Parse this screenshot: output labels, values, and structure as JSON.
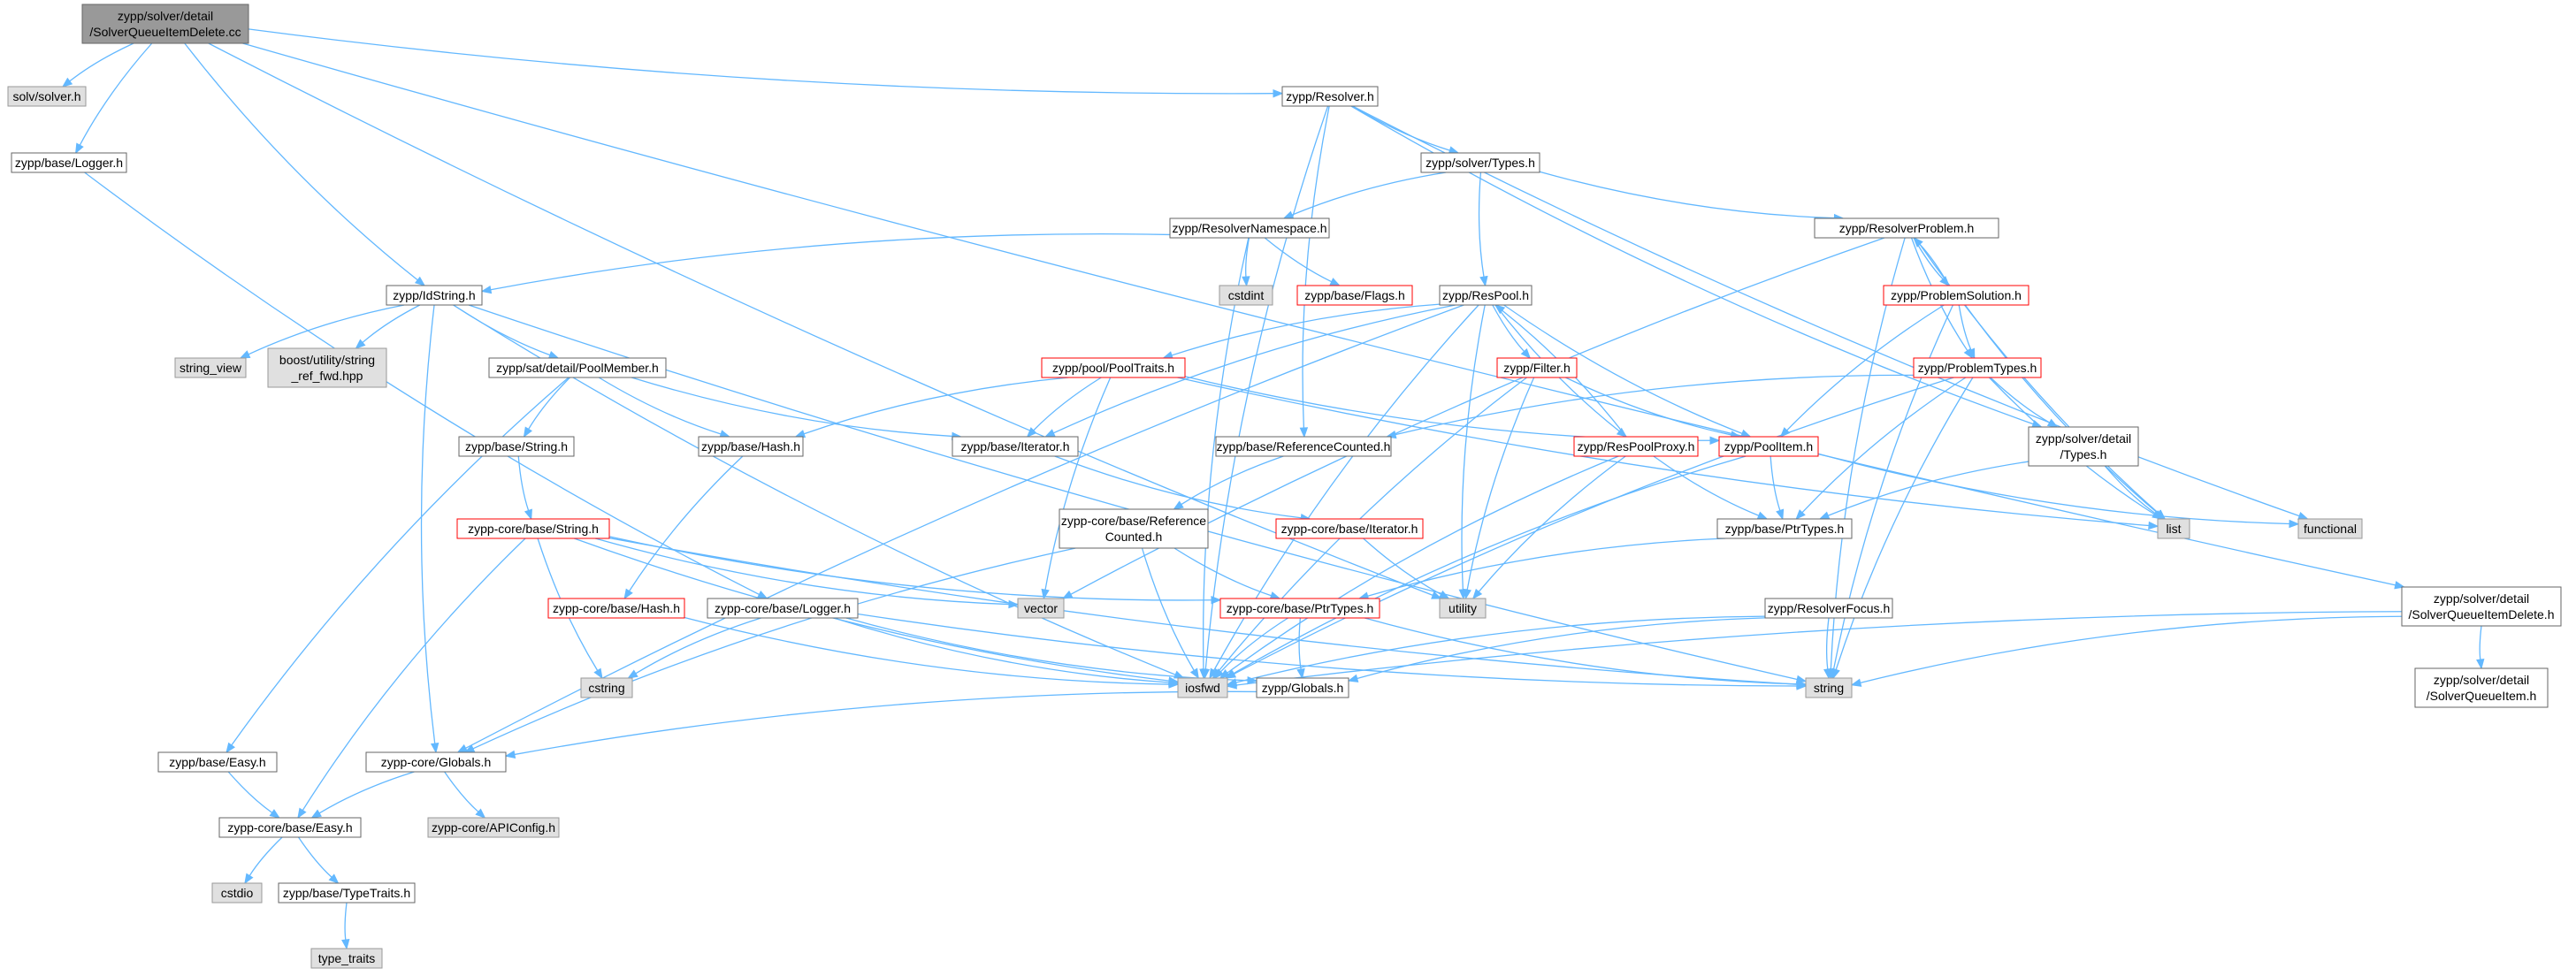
{
  "colors": {
    "edge": "#63b8ff",
    "root_fill": "#999999",
    "normal_fill": "#ffffff",
    "normal_stroke": "#666666",
    "system_fill": "#e0e0e0",
    "system_stroke": "#999999",
    "truncated_stroke": "#ff0000"
  },
  "nodes": [
    {
      "id": "root",
      "label": [
        "zypp/solver/detail",
        "/SolverQueueItemDelete.cc"
      ],
      "kind": "root"
    },
    {
      "id": "solv",
      "label": [
        "solv/solver.h"
      ],
      "kind": "system"
    },
    {
      "id": "logger",
      "label": [
        "zypp/base/Logger.h"
      ],
      "kind": "normal"
    },
    {
      "id": "idstring",
      "label": [
        "zypp/IdString.h"
      ],
      "kind": "normal"
    },
    {
      "id": "resolver",
      "label": [
        "zypp/Resolver.h"
      ],
      "kind": "normal"
    },
    {
      "id": "sqidh",
      "label": [
        "zypp/solver/detail",
        "/SolverQueueItemDelete.h"
      ],
      "kind": "normal"
    },
    {
      "id": "soltypes",
      "label": [
        "zypp/solver/Types.h"
      ],
      "kind": "normal"
    },
    {
      "id": "resns",
      "label": [
        "zypp/ResolverNamespace.h"
      ],
      "kind": "normal"
    },
    {
      "id": "resprob",
      "label": [
        "zypp/ResolverProblem.h"
      ],
      "kind": "normal"
    },
    {
      "id": "cstdint",
      "label": [
        "cstdint"
      ],
      "kind": "system"
    },
    {
      "id": "flags",
      "label": [
        "zypp/base/Flags.h"
      ],
      "kind": "truncated"
    },
    {
      "id": "respool",
      "label": [
        "zypp/ResPool.h"
      ],
      "kind": "normal"
    },
    {
      "id": "probsol",
      "label": [
        "zypp/ProblemSolution.h"
      ],
      "kind": "truncated"
    },
    {
      "id": "stringview",
      "label": [
        "string_view"
      ],
      "kind": "system"
    },
    {
      "id": "boostref",
      "label": [
        "boost/utility/string",
        "_ref_fwd.hpp"
      ],
      "kind": "system"
    },
    {
      "id": "poolmember",
      "label": [
        "zypp/sat/detail/PoolMember.h"
      ],
      "kind": "normal"
    },
    {
      "id": "pooltraits",
      "label": [
        "zypp/pool/PoolTraits.h"
      ],
      "kind": "truncated"
    },
    {
      "id": "filter",
      "label": [
        "zypp/Filter.h"
      ],
      "kind": "truncated"
    },
    {
      "id": "probtypes",
      "label": [
        "zypp/ProblemTypes.h"
      ],
      "kind": "truncated"
    },
    {
      "id": "basestring",
      "label": [
        "zypp/base/String.h"
      ],
      "kind": "normal"
    },
    {
      "id": "hash",
      "label": [
        "zypp/base/Hash.h"
      ],
      "kind": "normal"
    },
    {
      "id": "iterator",
      "label": [
        "zypp/base/Iterator.h"
      ],
      "kind": "normal"
    },
    {
      "id": "refcounted",
      "label": [
        "zypp/base/ReferenceCounted.h"
      ],
      "kind": "normal"
    },
    {
      "id": "respoolproxy",
      "label": [
        "zypp/ResPoolProxy.h"
      ],
      "kind": "truncated"
    },
    {
      "id": "poolitem",
      "label": [
        "zypp/PoolItem.h"
      ],
      "kind": "truncated"
    },
    {
      "id": "soldtypes",
      "label": [
        "zypp/solver/detail",
        "/Types.h"
      ],
      "kind": "normal"
    },
    {
      "id": "corestring",
      "label": [
        "zypp-core/base/String.h"
      ],
      "kind": "truncated"
    },
    {
      "id": "corerefcnt",
      "label": [
        "zypp-core/base/Reference",
        "Counted.h"
      ],
      "kind": "normal"
    },
    {
      "id": "coreiter",
      "label": [
        "zypp-core/base/Iterator.h"
      ],
      "kind": "truncated"
    },
    {
      "id": "ptrtypes",
      "label": [
        "zypp/base/PtrTypes.h"
      ],
      "kind": "normal"
    },
    {
      "id": "list",
      "label": [
        "list"
      ],
      "kind": "system"
    },
    {
      "id": "functional",
      "label": [
        "functional"
      ],
      "kind": "system"
    },
    {
      "id": "corehash",
      "label": [
        "zypp-core/base/Hash.h"
      ],
      "kind": "truncated"
    },
    {
      "id": "corelogger",
      "label": [
        "zypp-core/base/Logger.h"
      ],
      "kind": "normal"
    },
    {
      "id": "vector",
      "label": [
        "vector"
      ],
      "kind": "system"
    },
    {
      "id": "coreptr",
      "label": [
        "zypp-core/base/PtrTypes.h"
      ],
      "kind": "truncated"
    },
    {
      "id": "utility",
      "label": [
        "utility"
      ],
      "kind": "system"
    },
    {
      "id": "resfocus",
      "label": [
        "zypp/ResolverFocus.h"
      ],
      "kind": "normal"
    },
    {
      "id": "sqih",
      "label": [
        "zypp/solver/detail",
        "/SolverQueueItem.h"
      ],
      "kind": "normal"
    },
    {
      "id": "cstring",
      "label": [
        "cstring"
      ],
      "kind": "system"
    },
    {
      "id": "iosfwd",
      "label": [
        "iosfwd"
      ],
      "kind": "system"
    },
    {
      "id": "globals",
      "label": [
        "zypp/Globals.h"
      ],
      "kind": "normal"
    },
    {
      "id": "string",
      "label": [
        "string"
      ],
      "kind": "system"
    },
    {
      "id": "baseeasy",
      "label": [
        "zypp/base/Easy.h"
      ],
      "kind": "normal"
    },
    {
      "id": "coreglobals",
      "label": [
        "zypp-core/Globals.h"
      ],
      "kind": "normal"
    },
    {
      "id": "coreeasy",
      "label": [
        "zypp-core/base/Easy.h"
      ],
      "kind": "normal"
    },
    {
      "id": "apiconfig",
      "label": [
        "zypp-core/APIConfig.h"
      ],
      "kind": "system"
    },
    {
      "id": "cstdio",
      "label": [
        "cstdio"
      ],
      "kind": "system"
    },
    {
      "id": "typetraitsh",
      "label": [
        "zypp/base/TypeTraits.h"
      ],
      "kind": "normal"
    },
    {
      "id": "type_traits",
      "label": [
        "type_traits"
      ],
      "kind": "system"
    }
  ],
  "edges": [
    [
      "root",
      "solv"
    ],
    [
      "root",
      "logger"
    ],
    [
      "root",
      "idstring"
    ],
    [
      "root",
      "resolver"
    ],
    [
      "root",
      "sqidh"
    ],
    [
      "root",
      "utility"
    ],
    [
      "logger",
      "corelogger"
    ],
    [
      "idstring",
      "stringview"
    ],
    [
      "idstring",
      "boostref"
    ],
    [
      "idstring",
      "poolmember"
    ],
    [
      "idstring",
      "iosfwd"
    ],
    [
      "idstring",
      "string"
    ],
    [
      "idstring",
      "coreglobals"
    ],
    [
      "resolver",
      "soltypes"
    ],
    [
      "resolver",
      "iosfwd"
    ],
    [
      "resolver",
      "refcounted"
    ],
    [
      "resolver",
      "functional"
    ],
    [
      "resolver",
      "soldtypes"
    ],
    [
      "soltypes",
      "resns"
    ],
    [
      "soltypes",
      "resprob"
    ],
    [
      "soltypes",
      "respool"
    ],
    [
      "resns",
      "idstring"
    ],
    [
      "resns",
      "cstdint"
    ],
    [
      "resns",
      "flags"
    ],
    [
      "resns",
      "iosfwd"
    ],
    [
      "resprob",
      "probsol"
    ],
    [
      "resprob",
      "probtypes"
    ],
    [
      "resprob",
      "list"
    ],
    [
      "resprob",
      "string"
    ],
    [
      "resprob",
      "vector"
    ],
    [
      "probsol",
      "resprob"
    ],
    [
      "probsol",
      "probtypes"
    ],
    [
      "probsol",
      "poolitem"
    ],
    [
      "probsol",
      "list"
    ],
    [
      "probsol",
      "string"
    ],
    [
      "probtypes",
      "soldtypes"
    ],
    [
      "probtypes",
      "list"
    ],
    [
      "probtypes",
      "ptrtypes"
    ],
    [
      "probtypes",
      "string"
    ],
    [
      "probtypes",
      "refcounted"
    ],
    [
      "probtypes",
      "iosfwd"
    ],
    [
      "soldtypes",
      "list"
    ],
    [
      "soldtypes",
      "ptrtypes"
    ],
    [
      "respool",
      "pooltraits"
    ],
    [
      "respool",
      "filter"
    ],
    [
      "respool",
      "respoolproxy"
    ],
    [
      "respool",
      "poolitem"
    ],
    [
      "respool",
      "iterator"
    ],
    [
      "respool",
      "utility"
    ],
    [
      "respool",
      "iosfwd"
    ],
    [
      "respool",
      "coreglobals"
    ],
    [
      "poolmember",
      "basestring"
    ],
    [
      "poolmember",
      "hash"
    ],
    [
      "poolmember",
      "iterator"
    ],
    [
      "poolmember",
      "baseeasy"
    ],
    [
      "pooltraits",
      "hash"
    ],
    [
      "pooltraits",
      "iterator"
    ],
    [
      "pooltraits",
      "poolitem"
    ],
    [
      "pooltraits",
      "vector"
    ],
    [
      "pooltraits",
      "list"
    ],
    [
      "filter",
      "poolitem"
    ],
    [
      "filter",
      "utility"
    ],
    [
      "filter",
      "iosfwd"
    ],
    [
      "respoolproxy",
      "ptrtypes"
    ],
    [
      "respoolproxy",
      "respool"
    ],
    [
      "respoolproxy",
      "iosfwd"
    ],
    [
      "respoolproxy",
      "utility"
    ],
    [
      "poolitem",
      "ptrtypes"
    ],
    [
      "poolitem",
      "functional"
    ],
    [
      "poolitem",
      "iosfwd"
    ],
    [
      "basestring",
      "corestring"
    ],
    [
      "hash",
      "corehash"
    ],
    [
      "iterator",
      "coreiter"
    ],
    [
      "refcounted",
      "corerefcnt"
    ],
    [
      "corestring",
      "coreptr"
    ],
    [
      "corestring",
      "vector"
    ],
    [
      "corestring",
      "cstring"
    ],
    [
      "corestring",
      "string"
    ],
    [
      "corestring",
      "iosfwd"
    ],
    [
      "corestring",
      "coreeasy"
    ],
    [
      "corerefcnt",
      "coreptr"
    ],
    [
      "corerefcnt",
      "iosfwd"
    ],
    [
      "corerefcnt",
      "coreglobals"
    ],
    [
      "coreiter",
      "utility"
    ],
    [
      "ptrtypes",
      "coreptr"
    ],
    [
      "corehash",
      "iosfwd"
    ],
    [
      "corelogger",
      "cstring"
    ],
    [
      "corelogger",
      "iosfwd"
    ],
    [
      "corelogger",
      "string"
    ],
    [
      "corelogger",
      "globals"
    ],
    [
      "coreptr",
      "iosfwd"
    ],
    [
      "coreptr",
      "string"
    ],
    [
      "coreptr",
      "globals"
    ],
    [
      "resfocus",
      "iosfwd"
    ],
    [
      "resfocus",
      "string"
    ],
    [
      "resfocus",
      "globals"
    ],
    [
      "sqidh",
      "sqih"
    ],
    [
      "sqidh",
      "string"
    ],
    [
      "sqidh",
      "iosfwd"
    ],
    [
      "globals",
      "coreglobals"
    ],
    [
      "baseeasy",
      "coreeasy"
    ],
    [
      "coreglobals",
      "coreeasy"
    ],
    [
      "coreglobals",
      "apiconfig"
    ],
    [
      "coreeasy",
      "cstdio"
    ],
    [
      "coreeasy",
      "typetraitsh"
    ],
    [
      "typetraitsh",
      "type_traits"
    ]
  ]
}
